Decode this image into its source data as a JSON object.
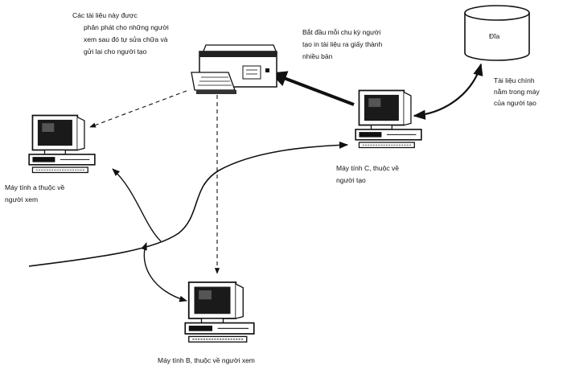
{
  "labels": {
    "printer_note": [
      "Các tài liệu này được",
      "phân phát cho những người",
      "xem sau đó tự sửa chữa và",
      "gửi lại cho người tạo"
    ],
    "cycle_note": [
      "Bắt đầu mỗi chu kỳ người",
      "tạo in tài liệu ra giấy thành",
      "nhiều bản"
    ],
    "disk_label": "Đĩa",
    "disk_note": [
      "Tài liệu chính",
      "nằm trong máy",
      "của người tạo"
    ],
    "computer_a": [
      "Máy tính a thuộc về",
      "người xem"
    ],
    "computer_b": "Máy tính B, thuộc về người xem",
    "computer_c": [
      "Máy tính C, thuộc về",
      "người tạo"
    ]
  },
  "icons": {
    "printer": "printer-icon",
    "disk": "disk-cylinder-icon",
    "computer": "desktop-computer-icon"
  },
  "colors": {
    "ink": "#111111",
    "background": "#ffffff"
  }
}
